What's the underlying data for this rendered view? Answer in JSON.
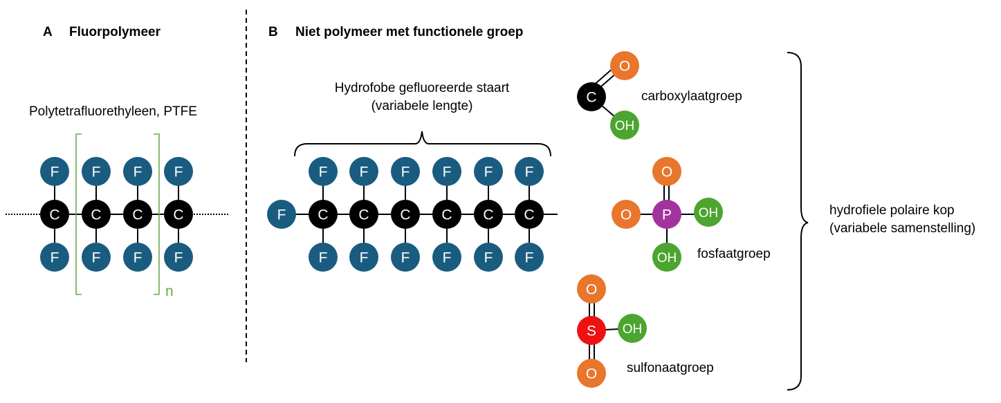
{
  "colors": {
    "fluorine": "#1a5c80",
    "carbon": "#000000",
    "oxygen": "#e8762d",
    "hydroxyl": "#4ba52f",
    "phosphorus": "#a3339c",
    "sulfur": "#ee1111",
    "bracket_green": "#6aaa4a"
  },
  "panel_a": {
    "letter": "A",
    "title": "Fluorpolymeer",
    "compound": "Polytetrafluorethyleen, PTFE",
    "repeat_index": "n",
    "atoms": {
      "fluorine": "F",
      "carbon": "C"
    }
  },
  "panel_b": {
    "letter": "B",
    "title": "Niet polymeer met functionele groep",
    "tail_label_line1": "Hydrofobe gefluoreerde staart",
    "tail_label_line2": "(variabele lengte)",
    "atoms": {
      "fluorine": "F",
      "carbon": "C"
    },
    "groups": {
      "carboxylate": {
        "name": "carboxylaatgroep",
        "c": "C",
        "o": "O",
        "oh": "OH"
      },
      "phosphate": {
        "name": "fosfaatgroep",
        "p": "P",
        "o": "O",
        "oh": "OH"
      },
      "sulfonate": {
        "name": "sulfonaatgroep",
        "s": "S",
        "o": "O",
        "oh": "OH"
      }
    },
    "head_label_line1": "hydrofiele polaire kop",
    "head_label_line2": "(variabele samenstelling)"
  }
}
